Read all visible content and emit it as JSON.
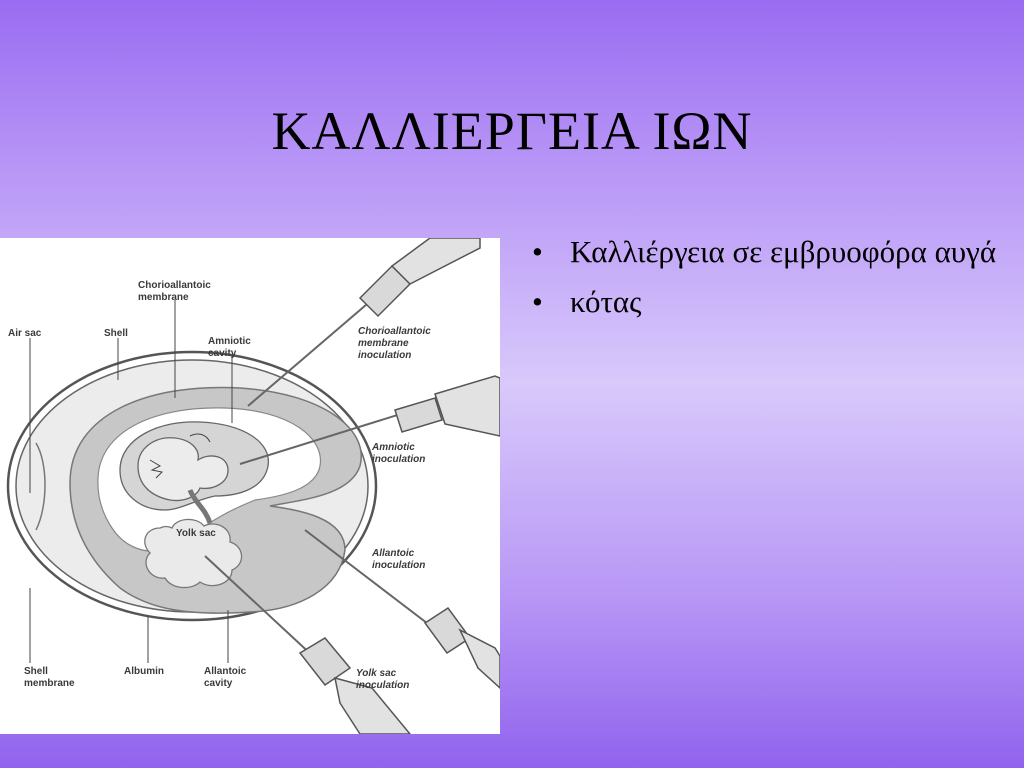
{
  "slide": {
    "title": "ΚΑΛΛΙΕΡΓΕΙΑ ΙΩΝ",
    "bullets": [
      "Καλλιέργεια σε εμβρυοφόρα αυγά",
      "κότας"
    ]
  },
  "diagram": {
    "labels": {
      "chorioallantoic_membrane": [
        "Chorioallantoic",
        "membrane"
      ],
      "air_sac": "Air sac",
      "shell": "Shell",
      "amniotic_cavity": [
        "Amniotic",
        "cavity"
      ],
      "chorioallantoic_membrane_inoculation": [
        "Chorioallantoic",
        "membrane",
        "inoculation"
      ],
      "amniotic_inoculation": [
        "Amniotic",
        "inoculation"
      ],
      "yolk_sac": "Yolk sac",
      "allantoic_inoculation": [
        "Allantoic",
        "inoculation"
      ],
      "shell_membrane": [
        "Shell",
        "membrane"
      ],
      "albumin": "Albumin",
      "allantoic_cavity": [
        "Allantoic",
        "cavity"
      ],
      "yolk_sac_inoculation": [
        "Yolk sac",
        "inoculation"
      ]
    }
  }
}
